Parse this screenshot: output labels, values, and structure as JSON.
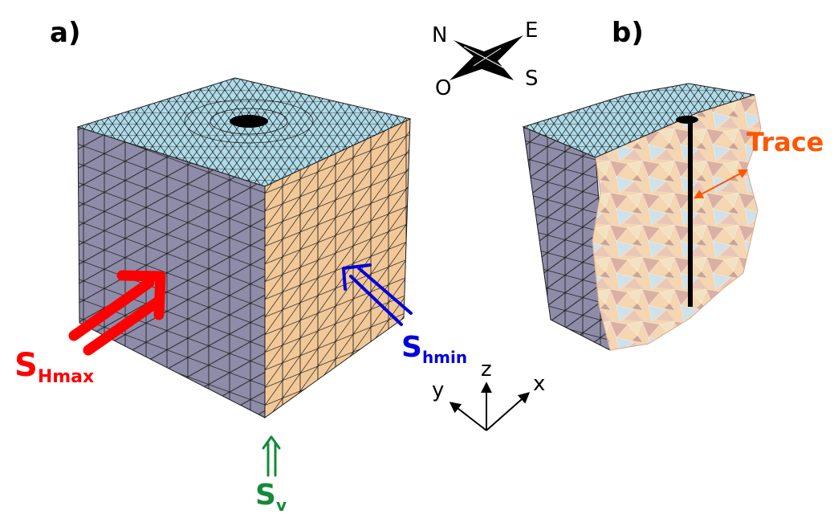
{
  "panels": {
    "a": "a)",
    "b": "b)"
  },
  "compass": {
    "north": "N",
    "east": "E",
    "south": "S",
    "west": "O"
  },
  "stress": {
    "shmax": {
      "main": "S",
      "sub": "Hmax",
      "color": "#ff0000"
    },
    "shmin": {
      "main": "S",
      "sub": "hmin",
      "color": "#0000dd"
    },
    "sv": {
      "main": "S",
      "sub": "v",
      "color": "#138a3a"
    }
  },
  "axes": {
    "x": "x",
    "y": "y",
    "z": "z"
  },
  "trace": {
    "label": "Trace",
    "color": "#ff5500"
  },
  "colors": {
    "top_face": "#aedbe9",
    "left_face": "#8e8ca8",
    "right_face": "#f2c898",
    "mesh_line": "#1a1a1a"
  }
}
